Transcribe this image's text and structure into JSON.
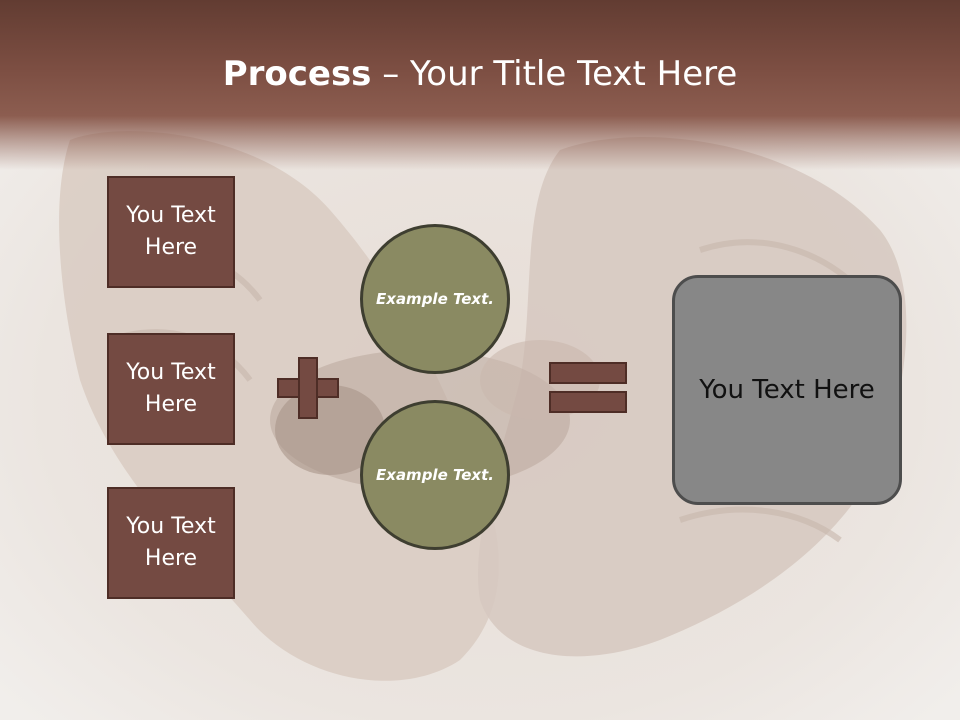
{
  "title": {
    "bold_part": "Process",
    "rest": " – Your Title Text Here"
  },
  "left_boxes": [
    {
      "label": "You Text Here"
    },
    {
      "label": "You Text Here"
    },
    {
      "label": "You Text Here"
    }
  ],
  "circles": [
    {
      "label": "Example Text."
    },
    {
      "label": "Example Text."
    }
  ],
  "result": {
    "label": "You Text Here"
  },
  "colors": {
    "title_band": "#7c4e42",
    "box_fill": "#744a42",
    "circle_fill": "#8a8a62",
    "result_fill": "#878787",
    "background": "#ece7e3"
  }
}
